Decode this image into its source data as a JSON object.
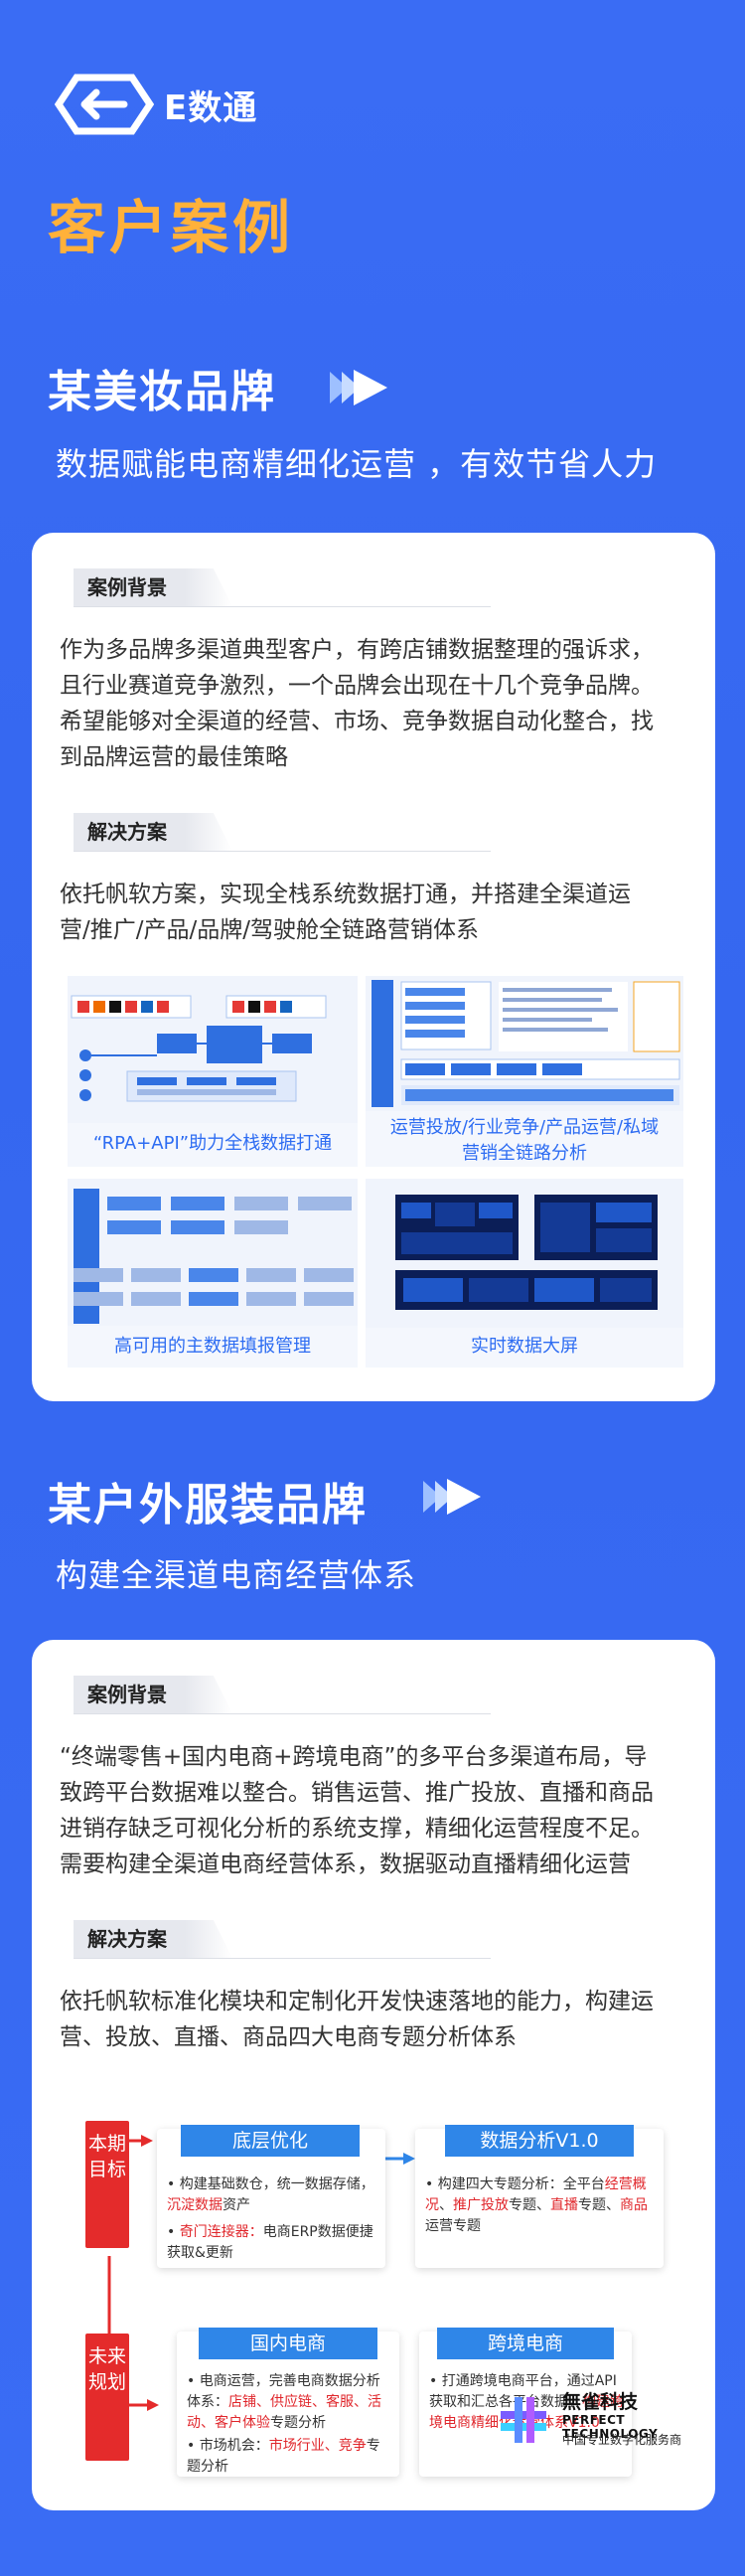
{
  "brand": {
    "name": "E数通"
  },
  "page_title": "客户案例",
  "case1": {
    "title": "某美妆品牌",
    "subtitle": "数据赋能电商精细化运营 ，有效节省人力",
    "bg_label": "案例背景",
    "bg_lines": [
      "作为多品牌多渠道典型客户，有跨店铺数据整理的强诉求，",
      "且行业赛道竞争激烈，一个品牌会出现在十几个竞争品牌。",
      "希望能够对全渠道的经营、市场、竞争数据自动化整合，找",
      "到品牌运营的最佳策略"
    ],
    "sol_label": "解决方案",
    "sol_lines": [
      "依托帆软方案，实现全栈系统数据打通，并搭建全渠道运",
      "营/推广/产品/品牌/驾驶舱全链路营销体系"
    ],
    "thumbs": [
      {
        "caption": [
          "“RPA+API”助力全栈数据打通"
        ]
      },
      {
        "caption": [
          "运营投放/行业竞争/产品运营/私域",
          "营销全链路分析"
        ]
      },
      {
        "caption": [
          "高可用的主数据填报管理"
        ]
      },
      {
        "caption": [
          "实时数据大屏"
        ]
      }
    ]
  },
  "case2": {
    "title": "某户外服装品牌",
    "subtitle": "构建全渠道电商经营体系",
    "bg_label": "案例背景",
    "bg_lines": [
      "“终端零售+国内电商+跨境电商”的多平台多渠道布局，导",
      "致跨平台数据难以整合。销售运营、推广投放、直播和商品",
      "进销存缺乏可视化分析的系统支撑，精细化运营程度不足。",
      "需要构建全渠道电商经营体系，数据驱动直播精细化运营"
    ],
    "sol_label": "解决方案",
    "sol_lines": [
      "依托帆软标准化模块和定制化开发快速落地的能力，构建运",
      "营、投放、直播、商品四大电商专题分析体系"
    ],
    "framework": {
      "near_label": "本期目标",
      "future_label": "未来规划",
      "base_head": "底层优化",
      "analysis_head": "数据分析V1.0",
      "domestic_head": "国内电商",
      "cross_head": "跨境电商",
      "base_b1_a": "构建基础数仓，统一数据存储，",
      "base_b1_b": "沉淀数据",
      "base_b1_c": "资产",
      "base_b2_a": "奇门连接器：",
      "base_b2_b": "电商ERP数据便",
      "base_b2_c": "捷获取&更新",
      "ana_a": "构建四大专题分析：全平台",
      "ana_b": "经",
      "ana_c": "营概况",
      "ana_d": "、",
      "ana_e": "推广投放",
      "ana_f": "专题、",
      "ana_g": "直播",
      "ana_h": "专题、",
      "ana_i": "商品",
      "ana_j": "运营专题",
      "dom_1a": "电商运营，完善电商数据分析",
      "dom_1b": "体系：",
      "dom_1c": "店铺、供应链、客服、",
      "dom_1d": "活动、客户体验",
      "dom_1e": "专题分析",
      "dom_2a": "市场机会：",
      "dom_2b": "市场行业、竞争",
      "dom_2c": "专",
      "dom_2d": "题分析",
      "cross_1": "打通跨境电商平台，通过API",
      "cross_2": "获取和汇总各平台数据，",
      "cross_3": "构",
      "cross_4": "建跨境电商精细化运营体系",
      "cross_5": "V1.0"
    }
  },
  "footer": {
    "company_cn": "無雀科技",
    "company_en": "PERFECT TECHNOLOGY",
    "company_sub": "中国专业数字化服务商"
  },
  "colors": {
    "accent": "#ffb13a",
    "bg": "#3a6cf4",
    "link": "#2d6cf2",
    "red": "#e42b2b"
  }
}
